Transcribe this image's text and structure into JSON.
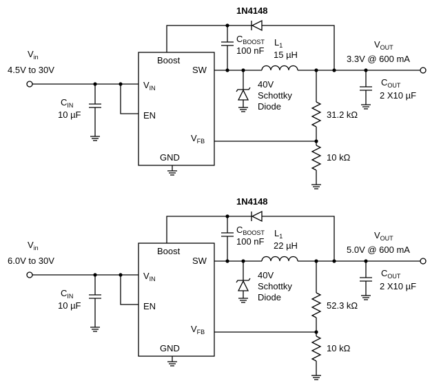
{
  "circuits": [
    {
      "diode_name": "1N4148",
      "cboost_main": "C",
      "cboost_sub": "BOOST",
      "cboost_value": "100 nF",
      "l_main": "L",
      "l_sub": "1",
      "l_value": "15 µH",
      "vout_main": "V",
      "vout_sub": "OUT",
      "vout_spec": "3.3V @ 600 mA",
      "vin_main": "V",
      "vin_sub": "in",
      "vin_range": "4.5V to 30V",
      "cin_main": "C",
      "cin_sub": "IN",
      "cin_value": "10 µF",
      "cout_main": "C",
      "cout_sub": "OUT",
      "cout_value": "2 X10 µF",
      "schottky_line1": "40V",
      "schottky_line2": "Schottky",
      "schottky_line3": "Diode",
      "r_top": "31.2 kΩ",
      "r_bottom": "10 kΩ",
      "ic_boost": "Boost",
      "ic_sw": "SW",
      "ic_vin_main": "V",
      "ic_vin_sub": "IN",
      "ic_en": "EN",
      "ic_vfb_main": "V",
      "ic_vfb_sub": "FB",
      "ic_gnd": "GND"
    },
    {
      "diode_name": "1N4148",
      "cboost_main": "C",
      "cboost_sub": "BOOST",
      "cboost_value": "100 nF",
      "l_main": "L",
      "l_sub": "1",
      "l_value": "22 µH",
      "vout_main": "V",
      "vout_sub": "OUT",
      "vout_spec": "5.0V @ 600 mA",
      "vin_main": "V",
      "vin_sub": "in",
      "vin_range": "6.0V to 30V",
      "cin_main": "C",
      "cin_sub": "IN",
      "cin_value": "10 µF",
      "cout_main": "C",
      "cout_sub": "OUT",
      "cout_value": "2 X10 µF",
      "schottky_line1": "40V",
      "schottky_line2": "Schottky",
      "schottky_line3": "Diode",
      "r_top": "52.3 kΩ",
      "r_bottom": "10 kΩ",
      "ic_boost": "Boost",
      "ic_sw": "SW",
      "ic_vin_main": "V",
      "ic_vin_sub": "IN",
      "ic_en": "EN",
      "ic_vfb_main": "V",
      "ic_vfb_sub": "FB",
      "ic_gnd": "GND"
    }
  ]
}
